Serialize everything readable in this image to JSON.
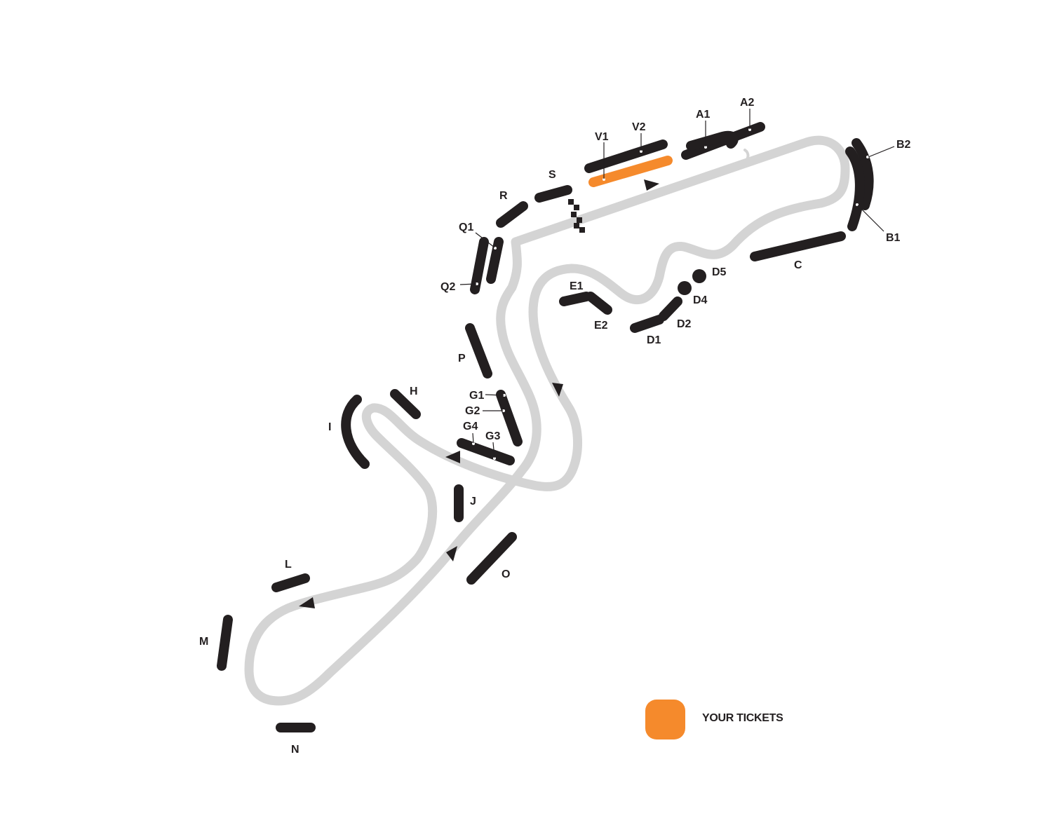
{
  "colors": {
    "track": "#d4d4d4",
    "stand": "#231f20",
    "selected": "#f58a2c",
    "background": "#ffffff"
  },
  "sections": {
    "V1": "V1",
    "V2": "V2",
    "A1": "A1",
    "A2": "A2",
    "B1": "B1",
    "B2": "B2",
    "C": "C",
    "D1": "D1",
    "D2": "D2",
    "D4": "D4",
    "D5": "D5",
    "E1": "E1",
    "E2": "E2",
    "S": "S",
    "R": "R",
    "Q1": "Q1",
    "Q2": "Q2",
    "P": "P",
    "G1": "G1",
    "G2": "G2",
    "G3": "G3",
    "G4": "G4",
    "H": "H",
    "I": "I",
    "J": "J",
    "L": "L",
    "M": "M",
    "N": "N",
    "O": "O"
  },
  "selected_section": "V1",
  "legend": {
    "your_tickets_label": "YOUR TICKETS",
    "swatch_color": "#f58a2c"
  }
}
